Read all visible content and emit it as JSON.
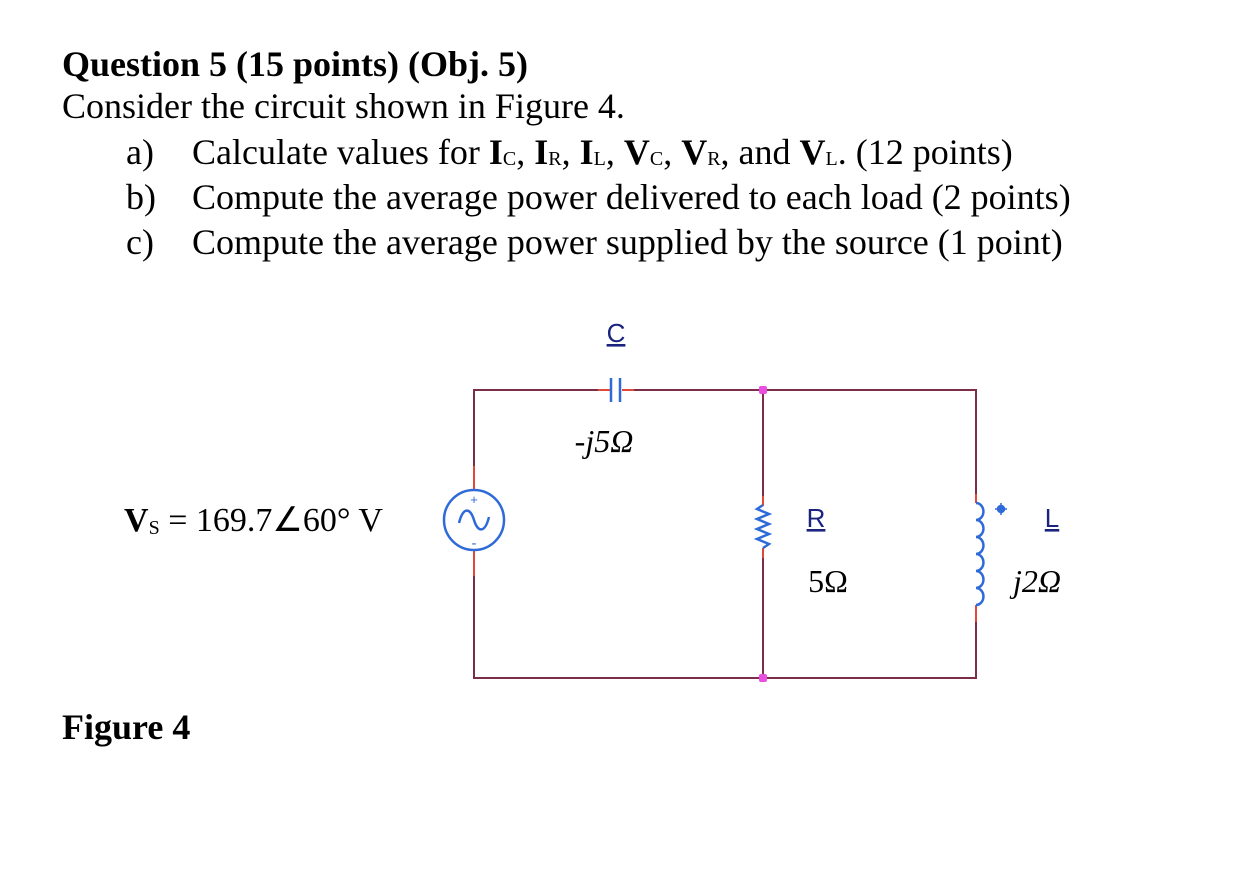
{
  "question": {
    "title": "Question 5 (15 points) (Obj. 5)",
    "intro": "Consider the circuit shown in Figure 4."
  },
  "parts": {
    "a": {
      "letter": "a)",
      "prefix": "Calculate values for ",
      "I": "I",
      "V": "V",
      "sub_c": "C",
      "sub_r": "R",
      "sub_l": "L",
      "sep": ", ",
      "and": ", and ",
      "suffix": ". (12 points)"
    },
    "b": {
      "letter": "b)",
      "text": "Compute the average power delivered to each load (2 points)"
    },
    "c": {
      "letter": "c)",
      "text": "Compute the average power supplied by the source (1 point)"
    }
  },
  "circuit": {
    "source_label_v": "V",
    "source_label_sub": "S",
    "source_label_value": " = 169.7∠60° V",
    "capacitor_name": "C",
    "capacitor_value": "-j5Ω",
    "resistor_name": "R",
    "resistor_value": "5Ω",
    "inductor_name": "L",
    "inductor_value": "j2Ω",
    "source_plus": "+",
    "source_minus": "-",
    "colors": {
      "wire": "#7b2d4a",
      "component": "#2f6bd8",
      "lead": "#e2483a",
      "node": "#e84ee0",
      "label": "#1a237e"
    }
  },
  "figure_label": "Figure 4"
}
